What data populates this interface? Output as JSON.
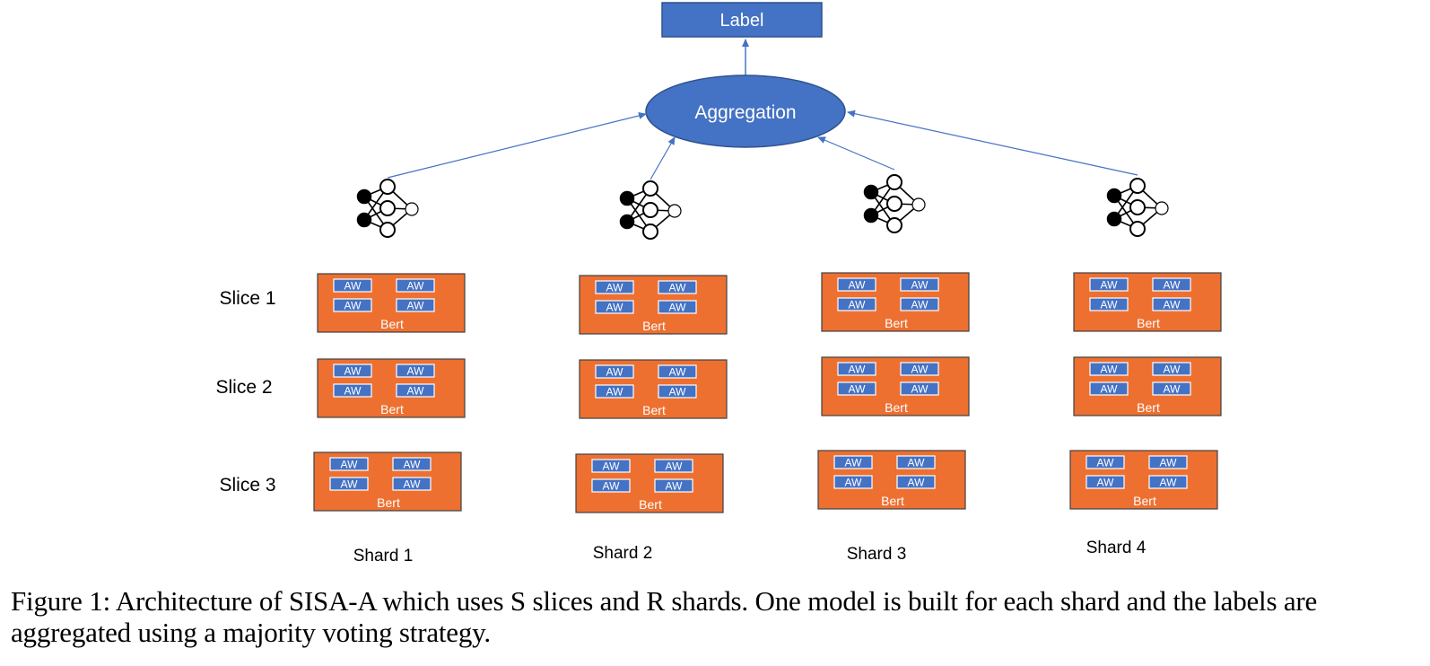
{
  "diagram": {
    "label_box": "Label",
    "aggregation": "Aggregation",
    "slices": [
      "Slice 1",
      "Slice 2",
      "Slice 3"
    ],
    "shards": [
      "Shard 1",
      "Shard 2",
      "Shard 3",
      "Shard 4"
    ],
    "block_label": "Bert",
    "chip_label": "AW",
    "colors": {
      "blue": "#4472C4",
      "orange": "#ED7031",
      "chip": "#4472C4",
      "edge": "#4472C4"
    },
    "icons": {
      "model": "neural-network-icon"
    }
  },
  "caption": "Figure 1: Architecture of SISA-A which uses S slices and R shards. One model is built for each shard and the labels are aggregated using a majority voting strategy."
}
